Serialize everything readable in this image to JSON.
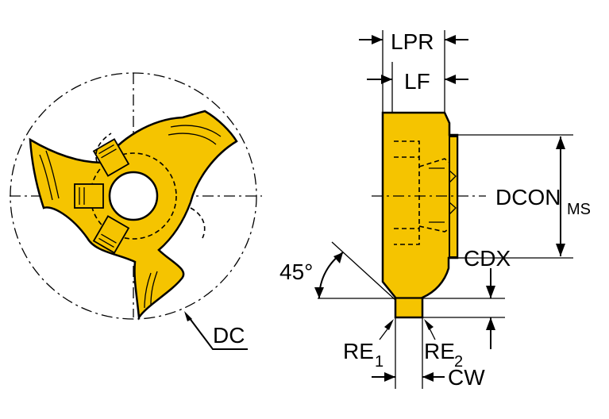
{
  "colors": {
    "insert_fill": "#f5c400",
    "line": "#000000",
    "background": "#ffffff"
  },
  "labels": {
    "dc": "DC",
    "lpr": "LPR",
    "lf": "LF",
    "dcon": "DCON",
    "dcon_sub": "MS",
    "cdx": "CDX",
    "angle": "45°",
    "re1": "RE",
    "re1_sub": "1",
    "re2": "RE",
    "re2_sub": "2",
    "cw": "CW"
  }
}
